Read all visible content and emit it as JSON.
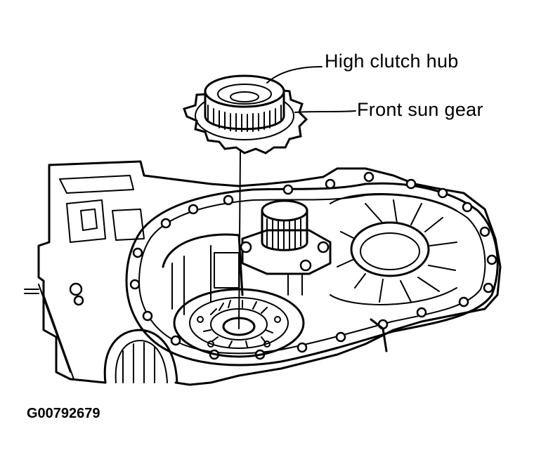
{
  "callouts": {
    "high_clutch_hub": "High clutch hub",
    "front_sun_gear": "Front sun gear"
  },
  "figure_id": "G00792679",
  "colors": {
    "line": "#000000",
    "background": "#ffffff"
  }
}
